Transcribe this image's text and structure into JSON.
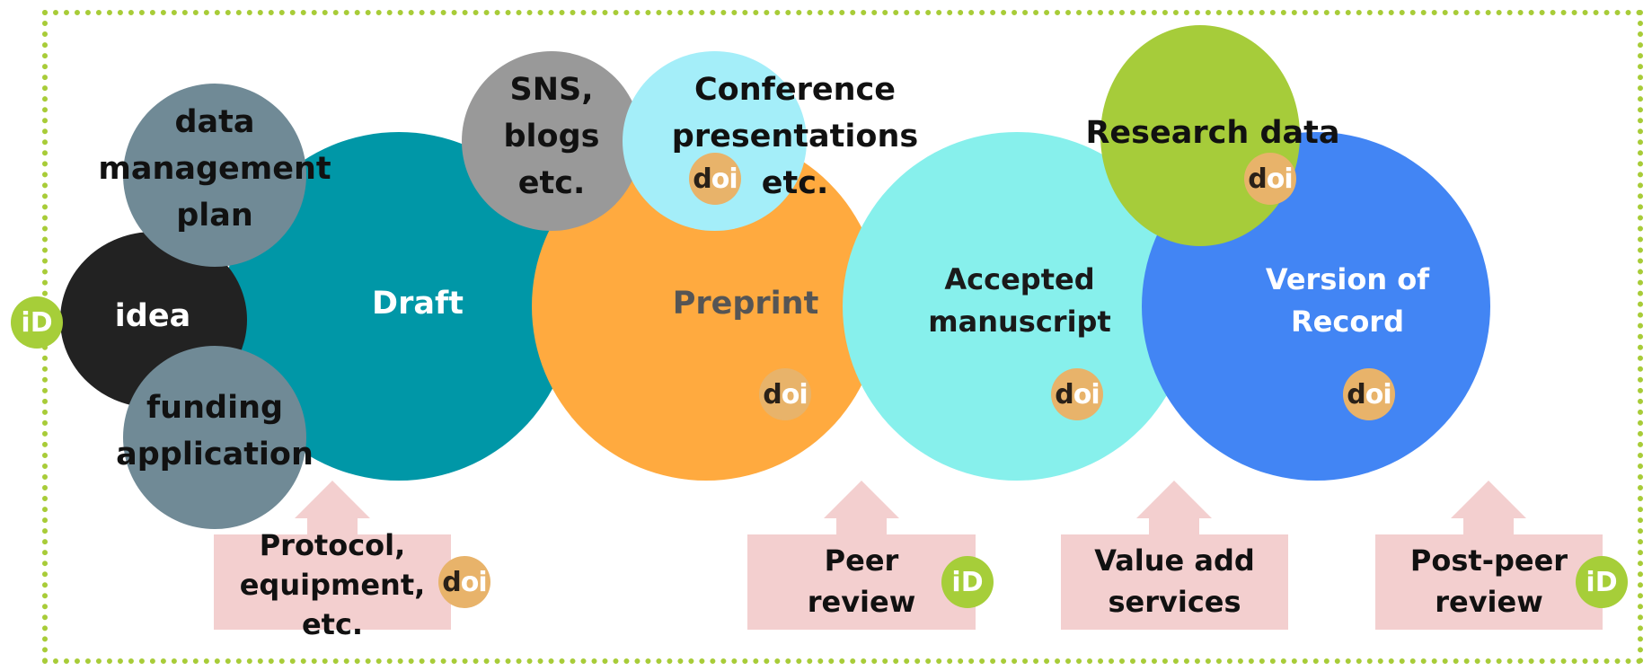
{
  "stages": {
    "idea": "idea",
    "draft": "Draft",
    "preprint": "Preprint",
    "accepted": "Accepted\nmanuscript",
    "vor": "Version of\nRecord"
  },
  "bubbles": {
    "dmp": "data\nmanagement\nplan",
    "funding": "funding\napplication",
    "sns": "SNS,\nblogs\netc.",
    "conference": "Conference\npresentations\netc.",
    "research_data": "Research data"
  },
  "inputs": {
    "protocol": "Protocol,\nequipment,\netc.",
    "peer_review": "Peer\nreview",
    "value_add": "Value add\nservices",
    "post_peer": "Post-peer\nreview"
  },
  "badges": {
    "doi_d": "d",
    "doi_oi": "oi",
    "orcid": "iD"
  },
  "colors": {
    "frame": "#a8cc38",
    "idea": "#222222",
    "draft": "#0097a7",
    "preprint": "#ffaa3f",
    "accepted": "#87f0ec",
    "vor": "#4285f4",
    "grey_blue": "#708a96",
    "sns": "#999999",
    "conference": "#a4eef9",
    "research_data": "#a6cc3a",
    "input_box": "#f3cfcf",
    "doi": "#e8b36a",
    "orcid": "#a6ce39"
  }
}
